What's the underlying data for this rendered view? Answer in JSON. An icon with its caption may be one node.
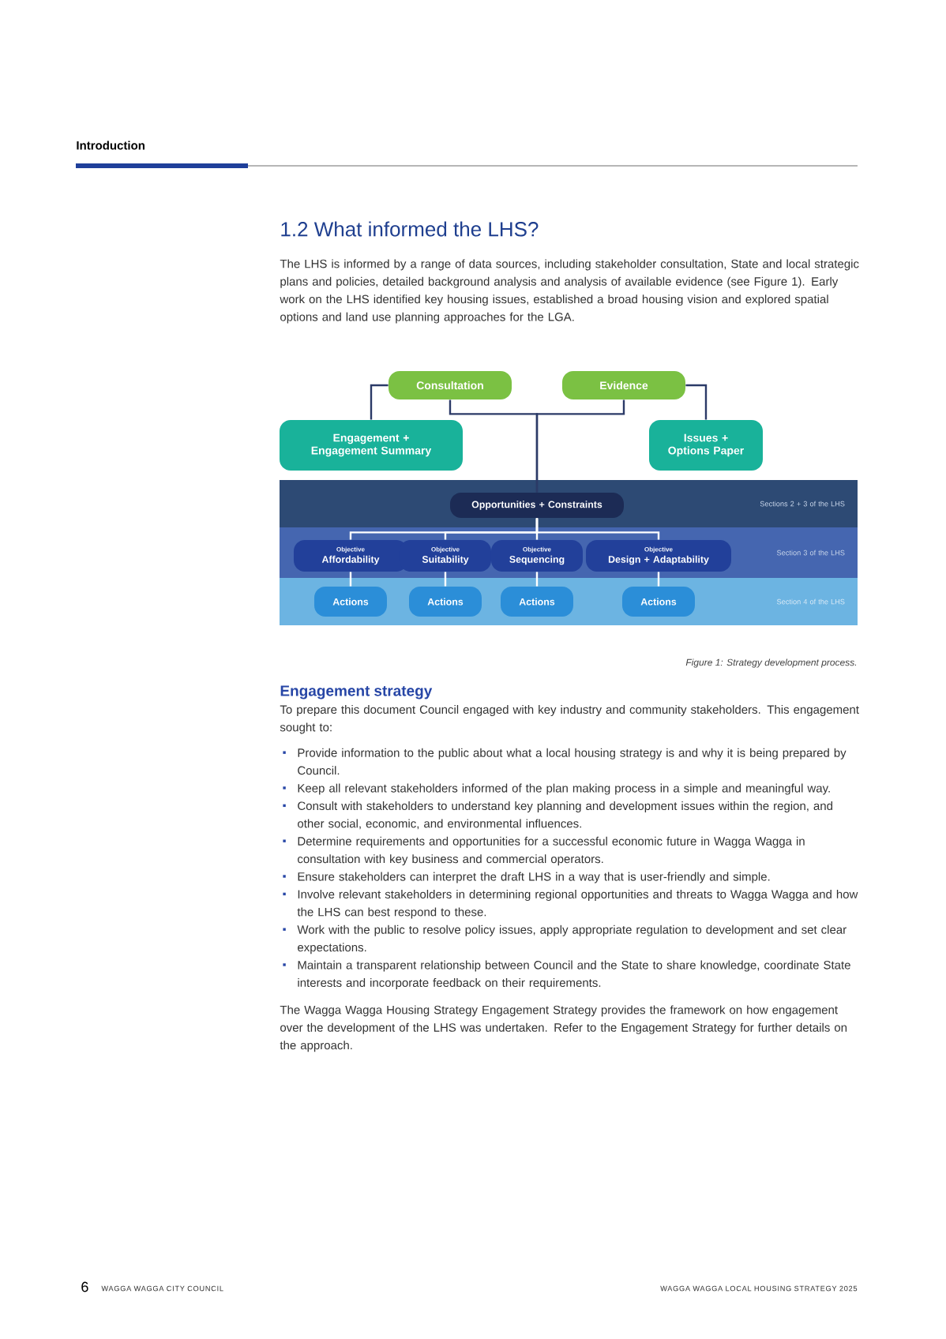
{
  "diagram": {
    "title": "1.2 What informed the LHS?",
    "caption": "Figure 1: Strategy development process.",
    "nodes": [
      {
        "text": [
          "Consultation"
        ]
      },
      {
        "text": [
          "Evidence"
        ]
      },
      {
        "text": [
          "Engagement + Engagement Summary"
        ]
      },
      {
        "text": [
          "Issues + Options Paper"
        ]
      },
      {
        "text": [
          "Sections 2 + 3 of the LHS"
        ]
      },
      {
        "text": [
          "Opportunities + Constraints"
        ],
        "in": 4
      },
      {
        "text": [
          "Section 3 of the LHS"
        ]
      },
      {
        "text": [
          "Objective",
          "Affordability"
        ],
        "in": 6
      },
      {
        "text": [
          "Objective",
          "Suitability"
        ],
        "in": 6
      },
      {
        "text": [
          "Objective",
          "Sequencing"
        ],
        "in": 6
      },
      {
        "text": [
          "Objective",
          "Design + Adaptability"
        ],
        "in": 6
      },
      {
        "text": [
          "Section 4 of the LHS"
        ]
      },
      {
        "text": [
          "Actions"
        ],
        "in": 11
      },
      {
        "text": [
          "Actions"
        ],
        "in": 11
      },
      {
        "text": [
          "Actions"
        ],
        "in": 11
      },
      {
        "text": [
          "Actions"
        ],
        "in": 11
      }
    ],
    "edges": [
      {
        "from": 0,
        "to": 2,
        "arrow": "none",
        "color": "#2b3a67"
      },
      {
        "from": 1,
        "to": 3,
        "arrow": "none",
        "color": "#2b3a67"
      },
      {
        "from": 0,
        "to": 5,
        "arrow": "none",
        "color": "#2b3a67"
      },
      {
        "from": 1,
        "to": 5,
        "arrow": "none",
        "color": "#2b3a67"
      },
      {
        "from": 5,
        "to": 7,
        "arrow": "none"
      },
      {
        "from": 5,
        "to": 8,
        "arrow": "none"
      },
      {
        "from": 5,
        "to": 9,
        "arrow": "none"
      },
      {
        "from": 5,
        "to": 10,
        "arrow": "none"
      },
      {
        "from": 7,
        "to": 12,
        "arrow": "none"
      },
      {
        "from": 8,
        "to": 13,
        "arrow": "none"
      },
      {
        "from": 9,
        "to": 14,
        "arrow": "none"
      },
      {
        "from": 10,
        "to": 15,
        "arrow": "none"
      }
    ],
    "labels": [
      "Introduction",
      "The LHS is informed by a range of data sources, including stakeholder consultation, State and local strategic plans and policies, detailed background analysis and analysis of available evidence (see Figure 1). Early work on the LHS identified key housing issues, established a broad housing vision and explored spatial options and land use planning approaches for the LGA.",
      "Engagement strategy",
      "To prepare this document Council engaged with key industry and community stakeholders. This engagement sought to:",
      "Provide information to the public about what a local housing strategy is and why it is being prepared by Council.",
      "Keep all relevant stakeholders informed of the plan making process in a simple and meaningful way.",
      "Consult with stakeholders to understand key planning and development issues within the region, and other social, economic, and environmental influences.",
      "Determine requirements and opportunities for a successful economic future in Wagga Wagga in consultation with key business and commercial operators.",
      "Ensure stakeholders can interpret the draft LHS in a way that is user-friendly and simple.",
      "Involve relevant stakeholders in determining regional opportunities and threats to Wagga Wagga and how the LHS can best respond to these.",
      "Work with the public to resolve policy issues, apply appropriate regulation to development and set clear expectations.",
      "Maintain a transparent relationship between Council and the State to share knowledge, coordinate State interests and incorporate feedback on their requirements.",
      "The Wagga Wagga Housing Strategy Engagement Strategy provides the framework on how engagement over the development of the LHS was undertaken. Refer to the Engagement Strategy for further details on the approach.",
      "6",
      "WAGGA WAGGA CITY COUNCIL",
      "WAGGA WAGGA LOCAL HOUSING STRATEGY 2025"
    ]
  }
}
